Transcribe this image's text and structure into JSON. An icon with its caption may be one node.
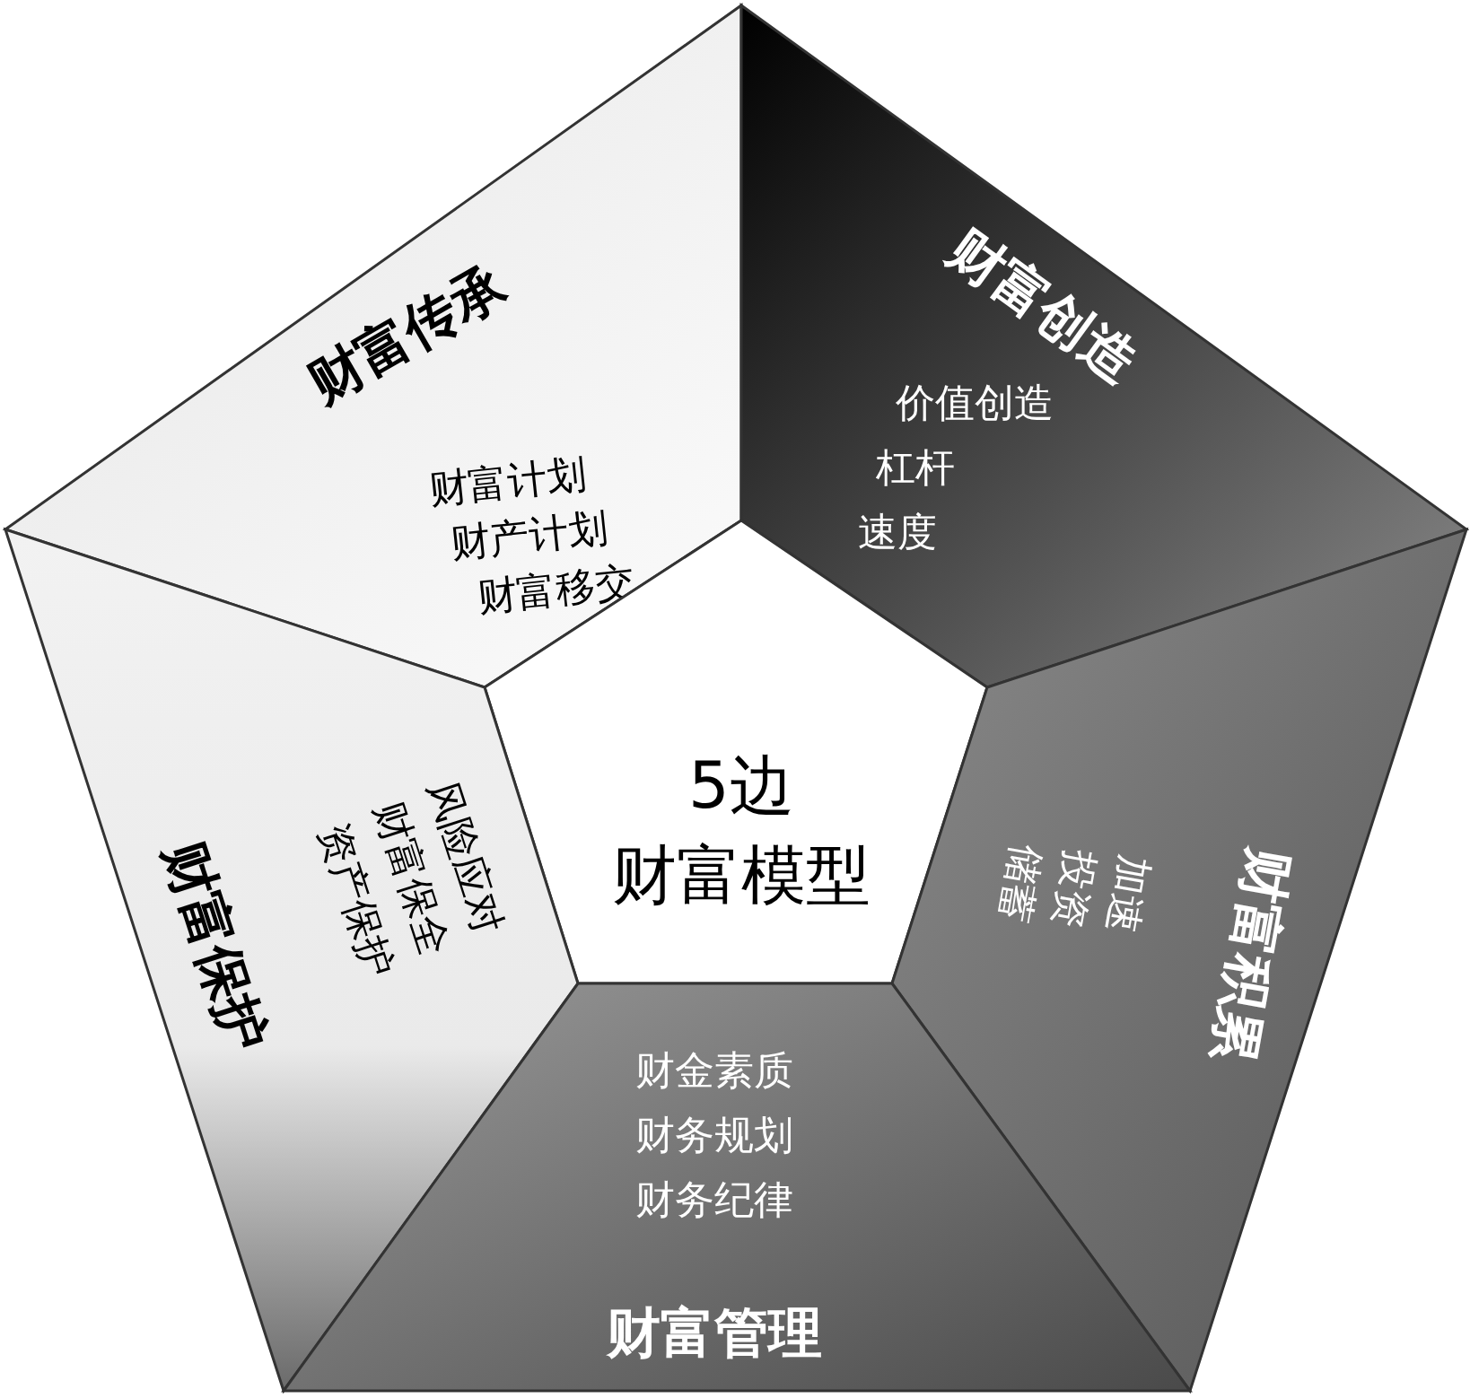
{
  "diagram": {
    "nodes": [
      {
        "text": [
          "财富传承",
          "财富计划",
          "财产计划",
          "财富移交"
        ]
      },
      {
        "text": [
          "财富创造",
          "价值创造",
          "杠杆",
          "速度"
        ]
      },
      {
        "text": [
          "5边",
          "财富模型"
        ]
      },
      {
        "text": [
          "财富保护",
          "风险应对",
          "财富保全",
          "资产保护"
        ]
      },
      {
        "text": [
          "财富积累",
          "储蓄",
          "投资",
          "加速"
        ]
      },
      {
        "text": [
          "财金素质",
          "财务规划",
          "财务纪律",
          "财富管理"
        ]
      }
    ]
  }
}
